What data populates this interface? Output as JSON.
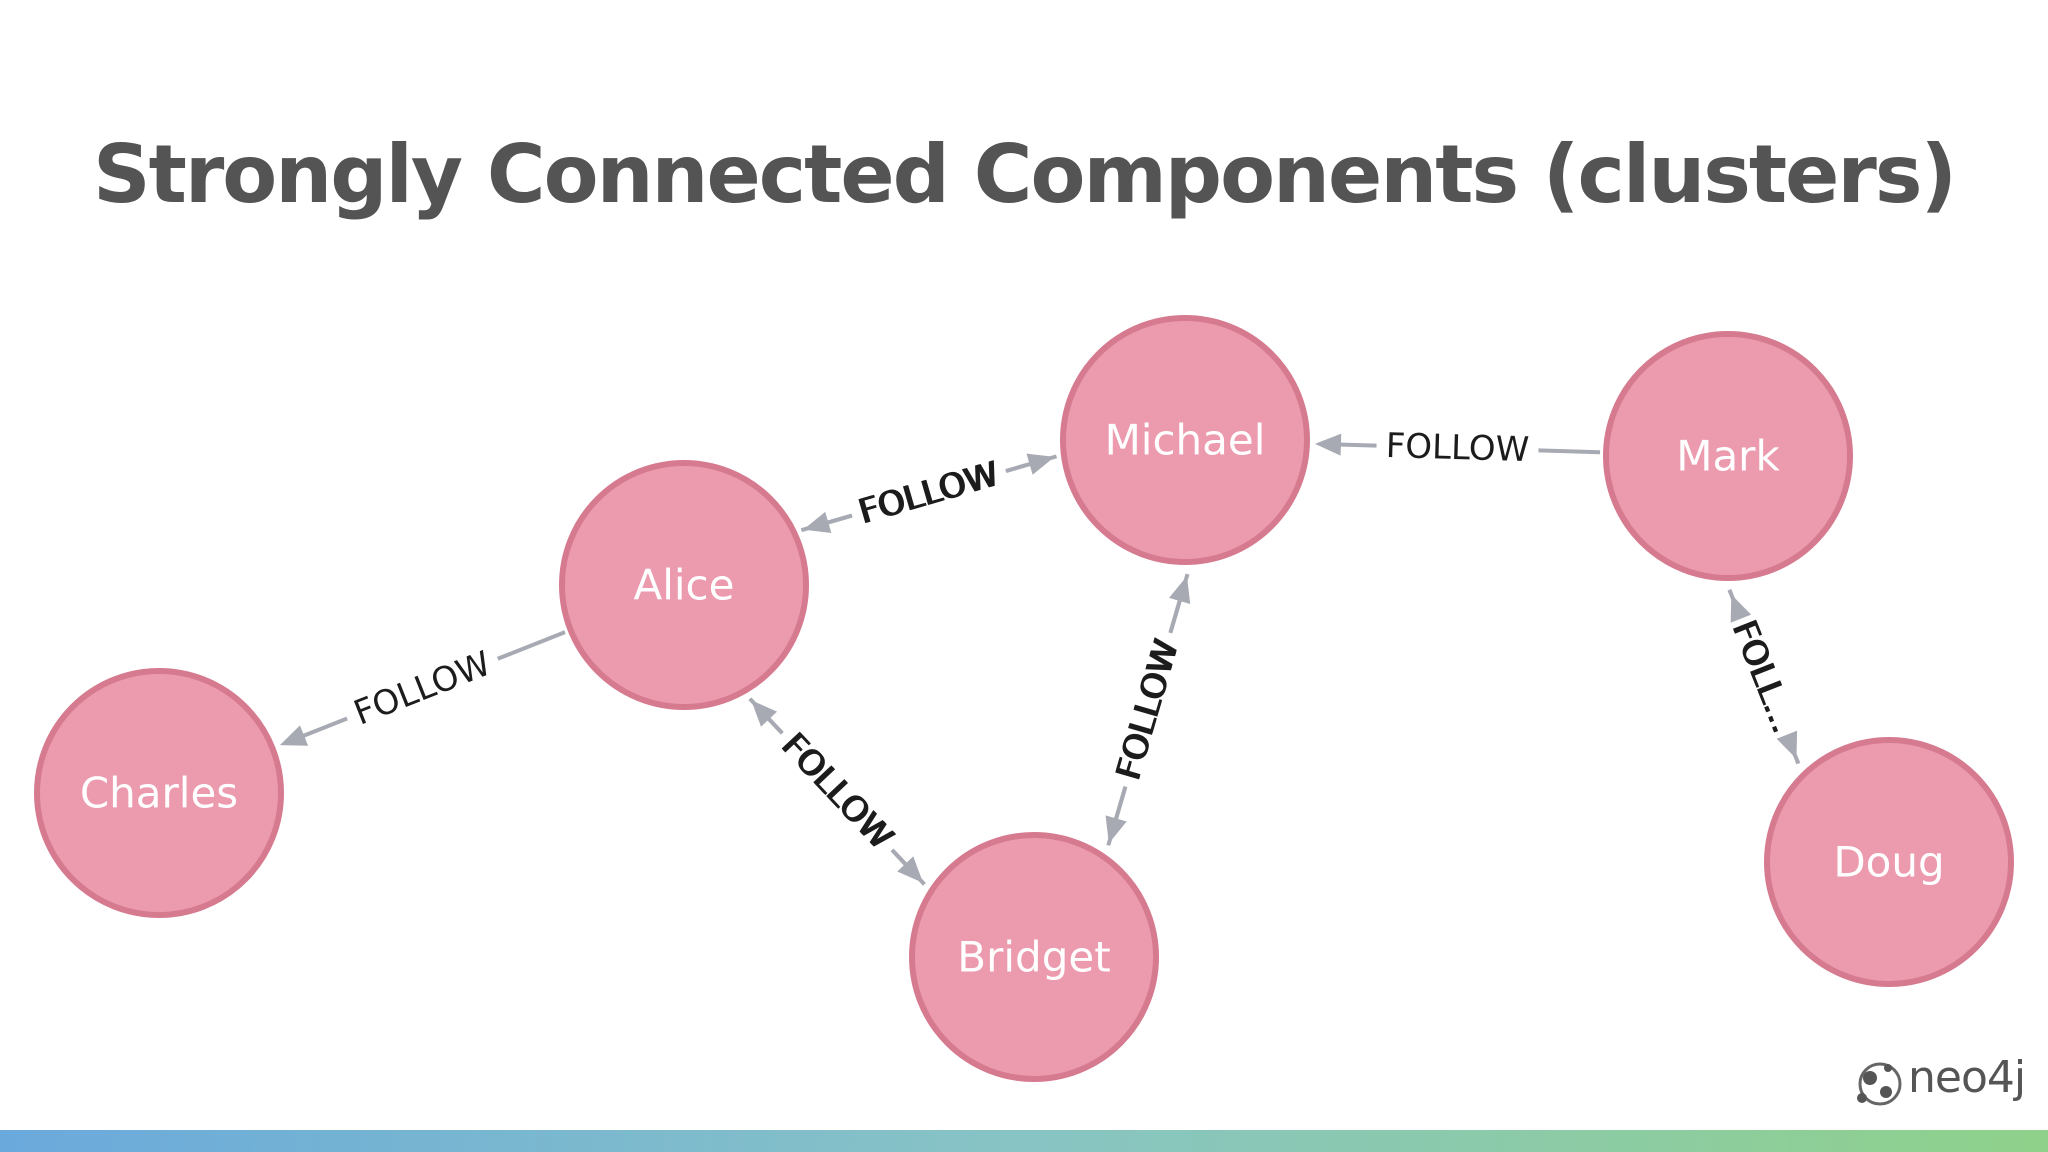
{
  "title": "Strongly Connected Components (clusters)",
  "nodes": [
    {
      "id": "alice",
      "label": "Alice"
    },
    {
      "id": "michael",
      "label": "Michael"
    },
    {
      "id": "mark",
      "label": "Mark"
    },
    {
      "id": "charles",
      "label": "Charles"
    },
    {
      "id": "bridget",
      "label": "Bridget"
    },
    {
      "id": "doug",
      "label": "Doug"
    }
  ],
  "edges": [
    {
      "from": "alice",
      "to": "michael",
      "label": "FOLLOW"
    },
    {
      "from": "michael",
      "to": "alice",
      "label": "FOLLOW"
    },
    {
      "from": "mark",
      "to": "michael",
      "label": "FOLLOW"
    },
    {
      "from": "alice",
      "to": "charles",
      "label": "FOLLOW"
    },
    {
      "from": "alice",
      "to": "bridget",
      "label": "FOLLOW"
    },
    {
      "from": "bridget",
      "to": "alice",
      "label": "FOLLOW"
    },
    {
      "from": "bridget",
      "to": "michael",
      "label": "FOLLOW"
    },
    {
      "from": "michael",
      "to": "bridget",
      "label": "FOLLOW"
    },
    {
      "from": "mark",
      "to": "doug",
      "label": "FOLL..."
    },
    {
      "from": "doug",
      "to": "mark",
      "label": "FOLL..."
    }
  ],
  "logo": {
    "text": "neo4j",
    "icon": "neo4j-logo-icon"
  },
  "colors": {
    "node_fill": "#ec9bae",
    "node_stroke": "#d67a90",
    "edge": "#a7aab3",
    "title": "#545454"
  }
}
